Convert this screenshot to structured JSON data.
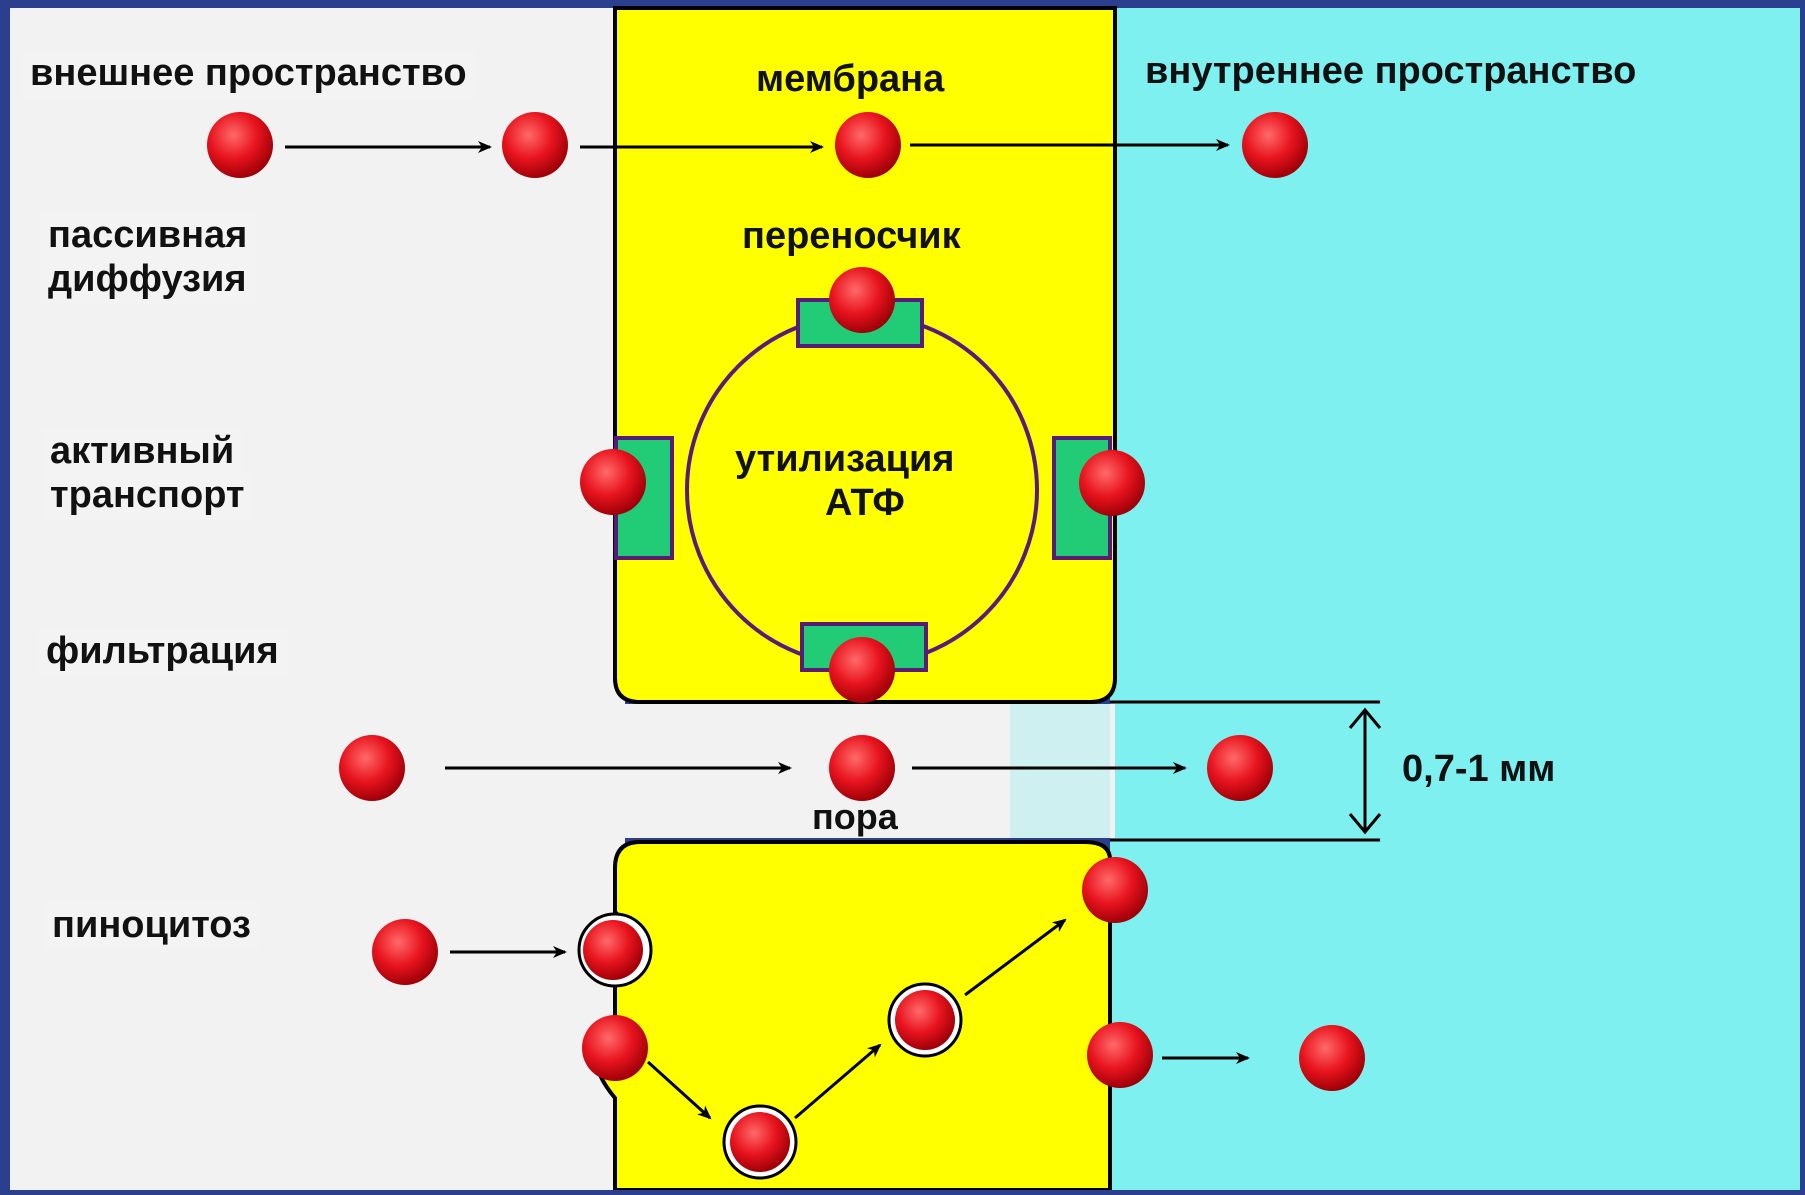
{
  "labels": {
    "outer_space": "внешнее пространство",
    "membrane": "мембрана",
    "inner_space": "внутреннее пространство",
    "passive_line1": "пассивная",
    "passive_line2": "диффузия",
    "carrier": "переносчик",
    "active_line1": "активный",
    "active_line2": "транспорт",
    "atp_line1": "утилизация",
    "atp_line2": "АТФ",
    "filtration": "фильтрация",
    "pore": "пора",
    "pore_size": "0,7-1 мм",
    "pinocytosis": "пиноцитоз"
  },
  "colors": {
    "outer_space": "#f2f2f2",
    "membrane": "#ffff00",
    "inner_space": "#7ff0f0",
    "particle": "#e8141e",
    "carrier_block": "#22cc77",
    "carrier_ring": "#5a1a7a",
    "frame": "#2b3f8f"
  }
}
